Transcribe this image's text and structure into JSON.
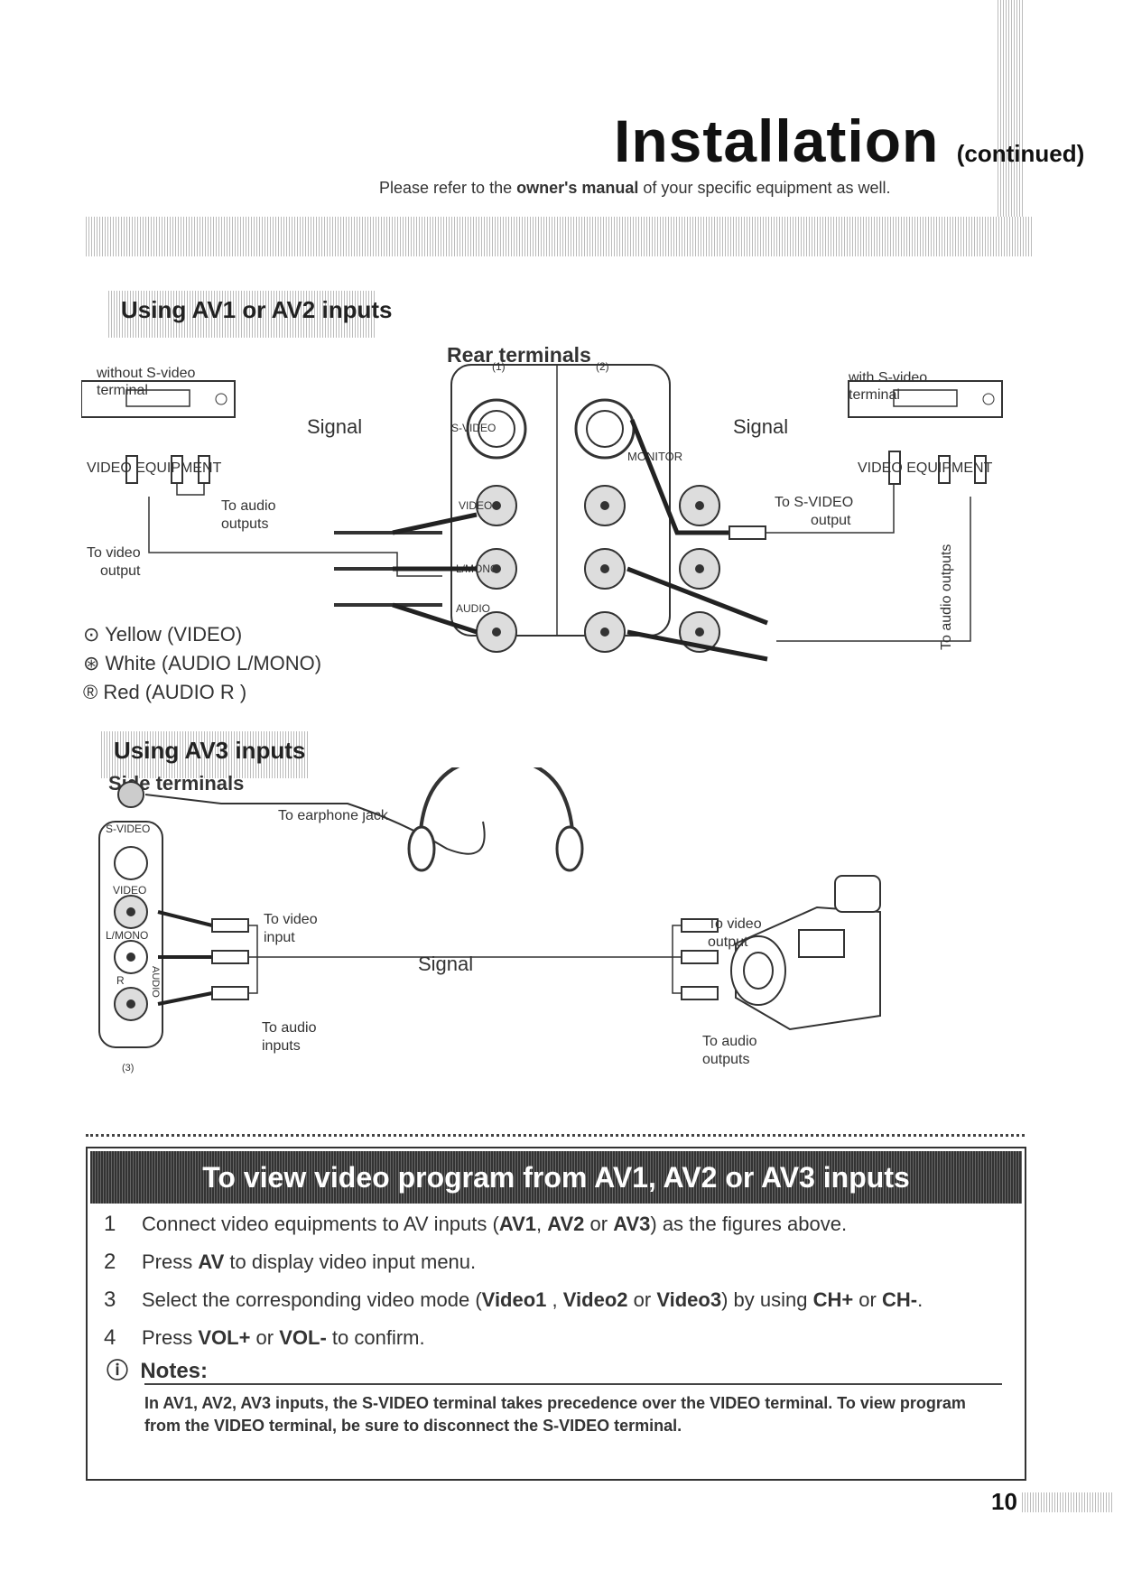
{
  "header": {
    "title": "Installation",
    "title_suffix": "(continued)",
    "subtitle_pre": "Please refer to the ",
    "subtitle_bold": "owner's manual",
    "subtitle_post": " of your specific  equipment  as well."
  },
  "av12": {
    "section_title": "Using AV1 or AV2 inputs",
    "rear_terminals": "Rear terminals",
    "without_svideo": "without S-video",
    "terminal_left": "terminal",
    "with_svideo": "with S-video",
    "terminal_right": "terminal",
    "signal_left": "Signal",
    "signal_right": "Signal",
    "video_equipment_left": "VIDEO EQUIPMENT",
    "video_equipment_right": "VIDEO EQUIPMENT",
    "to_audio_outputs_1": "To audio",
    "to_audio_outputs_2": "outputs",
    "to_video_output_1": "To video",
    "to_video_output_2": "output",
    "to_svideo_output_1": "To S-VIDEO",
    "to_svideo_output_2": "output",
    "to_audio_outputs_vertical": "To audio outputs",
    "terminal_svideo": "S-VIDEO",
    "terminal_video": "VIDEO",
    "terminal_lmono": "L/MONO",
    "terminal_audio": "AUDIO",
    "terminal_monitor": "MONITOR",
    "input1": "(1)",
    "input2": "(2)",
    "legend_yellow": "Yellow (VIDEO)",
    "legend_white": "White (AUDIO L/MONO)",
    "legend_red": "Red (AUDIO R )"
  },
  "av3": {
    "section_title": "Using AV3 inputs",
    "side_terminals": "Side terminals",
    "to_earphone_jack": "To earphone jack",
    "svideo": "S-VIDEO",
    "video": "VIDEO",
    "lmono": "L/MONO",
    "r": "R",
    "audio": "AUDIO",
    "input3": "(3)",
    "to_video_input_1": "To video",
    "to_video_input_2": "input",
    "to_audio_inputs_1": "To audio",
    "to_audio_inputs_2": "inputs",
    "signal": "Signal",
    "to_video_output_1": "To video",
    "to_video_output_2": "output",
    "to_audio_outputs_1": "To audio",
    "to_audio_outputs_2": "outputs"
  },
  "steps": {
    "banner": "To view video program from AV1, AV2 or AV3 inputs",
    "items": [
      {
        "num": "1",
        "parts": [
          "Connect video equipments to AV inputs (",
          "AV1",
          ", ",
          "AV2",
          " or ",
          "AV3",
          ") as the figures above."
        ]
      },
      {
        "num": "2",
        "parts": [
          "Press ",
          "AV",
          " to display video input menu.",
          "",
          "",
          "",
          ""
        ]
      },
      {
        "num": "3",
        "parts": [
          "Select the corresponding video mode (",
          "Video1",
          " , ",
          "Video2",
          " or ",
          "Video3",
          ") by using "
        ],
        "extra": [
          "CH+",
          " or ",
          "CH-",
          "."
        ]
      },
      {
        "num": "4",
        "parts": [
          "Press ",
          "VOL+",
          " or ",
          "VOL-",
          " to confirm.",
          "",
          ""
        ]
      }
    ],
    "notes_title": "Notes:",
    "notes_text": "In AV1, AV2, AV3 inputs, the S-VIDEO terminal takes precedence over the VIDEO terminal. To view  program from the VIDEO  terminal, be sure to disconnect the S-VIDEO terminal."
  },
  "page_number": "10"
}
